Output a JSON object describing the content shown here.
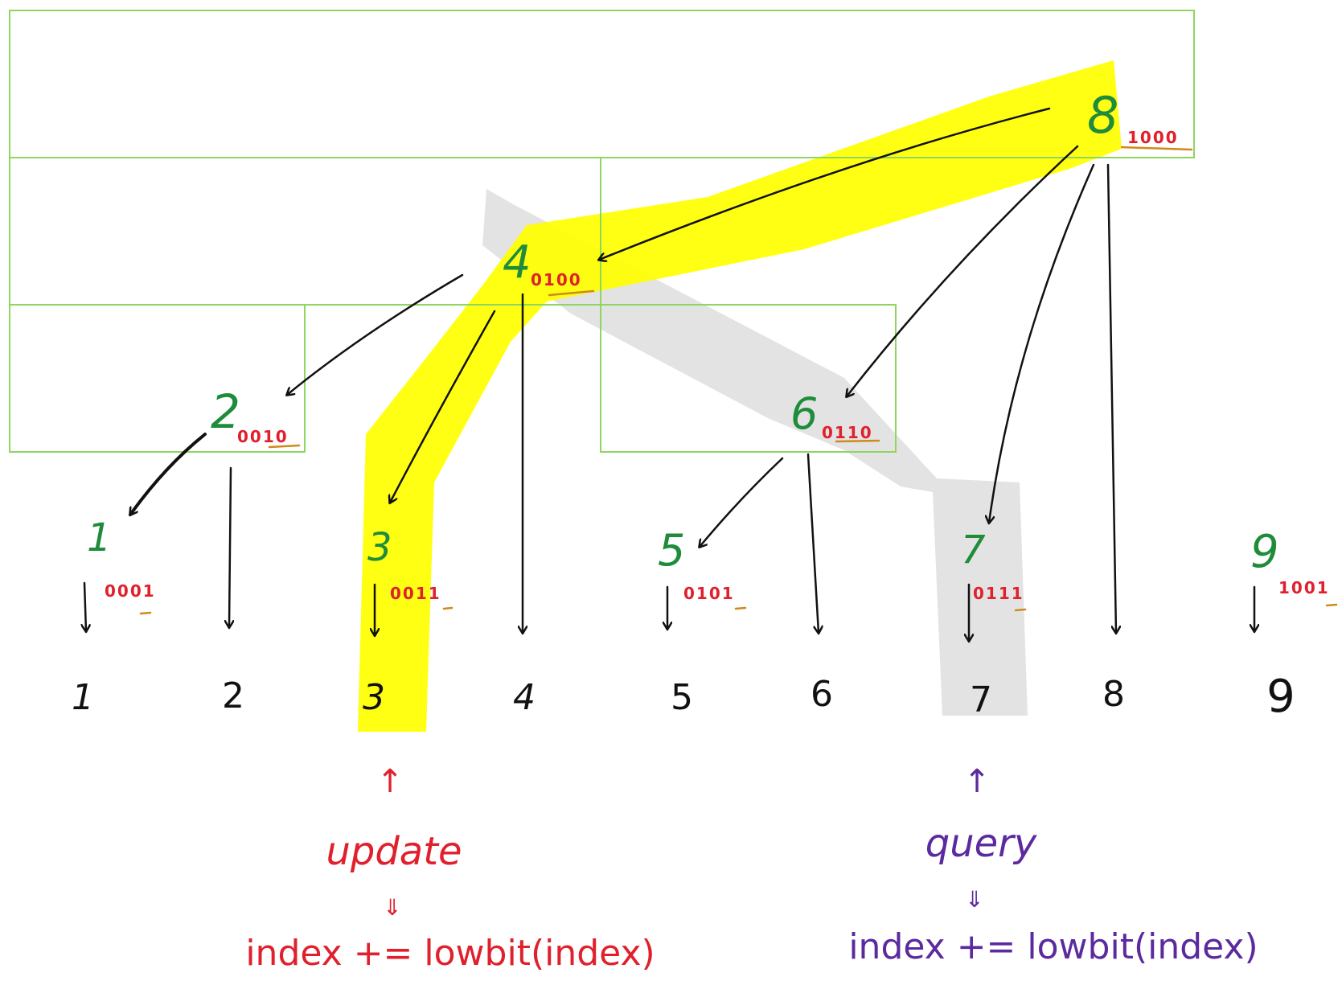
{
  "colors": {
    "range_box": "#8ed660",
    "node_label": "#1e8c3a",
    "binary": "#e0202c",
    "lowbit_underline": "#d08a1a",
    "arrow": "#111111",
    "update_path": "#ffff00",
    "query_path": "#e2e2e2",
    "update_text": "#e0202c",
    "query_text": "#5b2a9e"
  },
  "nodes": [
    {
      "id": "8",
      "label": "8",
      "binary": "1000"
    },
    {
      "id": "4",
      "label": "4",
      "binary": "0100"
    },
    {
      "id": "2",
      "label": "2",
      "binary": "0010"
    },
    {
      "id": "6",
      "label": "6",
      "binary": "0110"
    },
    {
      "id": "1",
      "label": "1",
      "binary": "0001"
    },
    {
      "id": "3",
      "label": "3",
      "binary": "0011"
    },
    {
      "id": "5",
      "label": "5",
      "binary": "0101"
    },
    {
      "id": "7",
      "label": "7",
      "binary": "0111"
    },
    {
      "id": "9",
      "label": "9",
      "binary": "1001"
    }
  ],
  "indices": [
    "1",
    "2",
    "3",
    "4",
    "5",
    "6",
    "7",
    "8",
    "9"
  ],
  "update": {
    "arrow": "↑",
    "label": "update",
    "down_arrow": "⇓",
    "formula": "index += lowbit(index)"
  },
  "query": {
    "arrow": "↑",
    "label": "query",
    "down_arrow": "⇓",
    "formula": "index += lowbit(index)"
  }
}
